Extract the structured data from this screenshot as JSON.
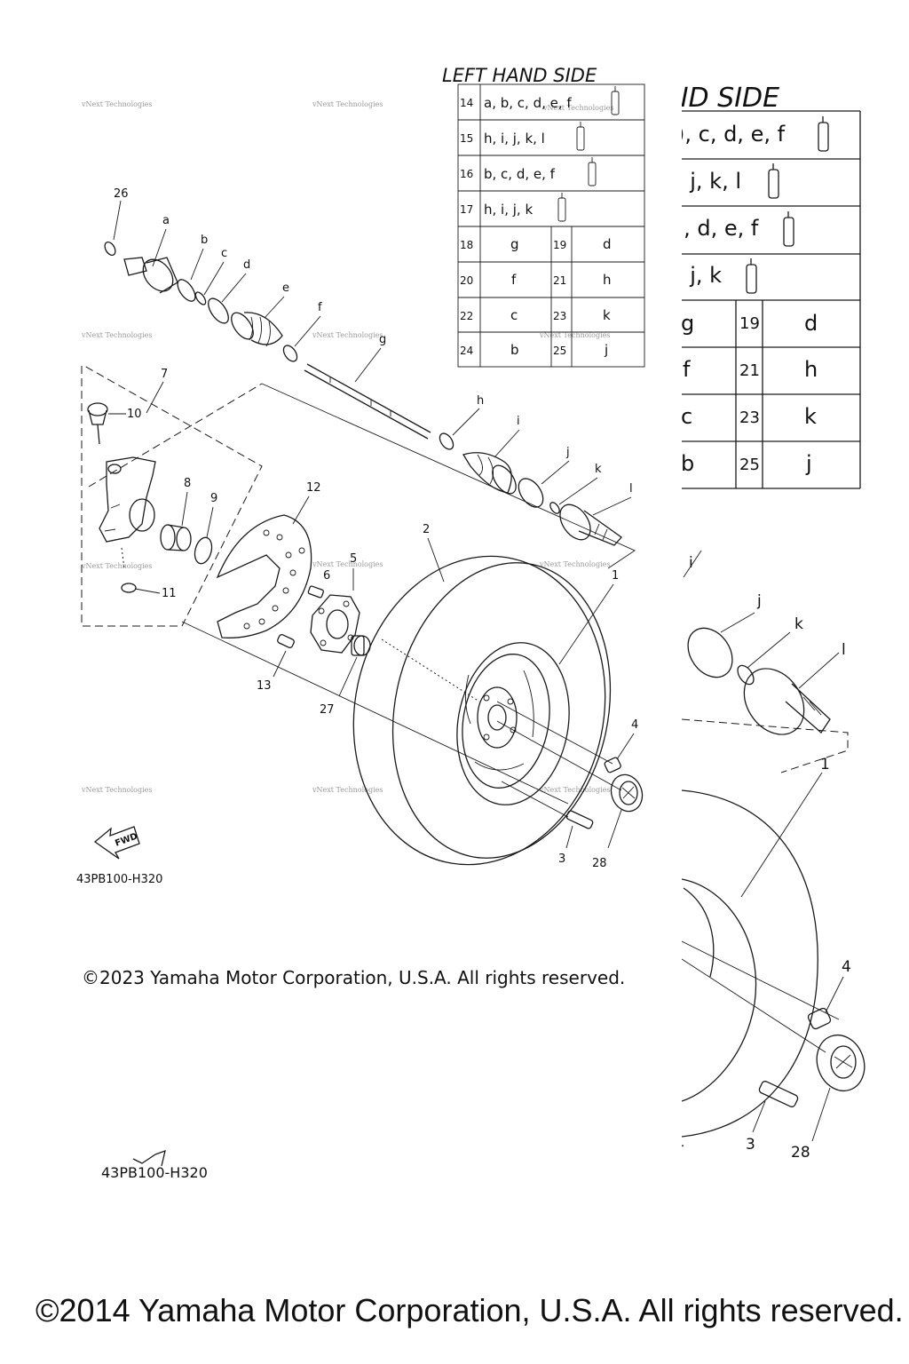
{
  "table_left": {
    "title": "LEFT HAND SIDE",
    "rows_wide": [
      {
        "num": "14",
        "items": "a, b, c, d, e, f"
      },
      {
        "num": "15",
        "items": "h, i, j, k, l"
      },
      {
        "num": "16",
        "items": "b, c, d, e, f"
      },
      {
        "num": "17",
        "items": "h, i, j, k"
      }
    ],
    "rows_pair": [
      {
        "n1": "18",
        "v1": "g",
        "n2": "19",
        "v2": "d"
      },
      {
        "n1": "20",
        "v1": "f",
        "n2": "21",
        "v2": "h"
      },
      {
        "n1": "22",
        "v1": "c",
        "n2": "23",
        "v2": "k"
      },
      {
        "n1": "24",
        "v1": "b",
        "n2": "25",
        "v2": "j"
      }
    ]
  },
  "table_right_fragment": {
    "title": "HAND SIDE",
    "rows_wide": [
      {
        "items": "), c, d, e, f"
      },
      {
        "items": ", j, k, l"
      },
      {
        "items": ":, d, e, f"
      },
      {
        "items": ", j, k"
      }
    ],
    "rows_pair": [
      {
        "v1": "g",
        "n2": "19",
        "v2": "d"
      },
      {
        "v1": "f",
        "n2": "21",
        "v2": "h"
      },
      {
        "v1": "c",
        "n2": "23",
        "v2": "k"
      },
      {
        "v1": "b",
        "n2": "25",
        "v2": "j"
      }
    ]
  },
  "part_labels": {
    "p1": "1",
    "p2": "2",
    "p3": "3",
    "p4": "4",
    "p5": "5",
    "p6": "6",
    "p7": "7",
    "p8": "8",
    "p9": "9",
    "p10": "10",
    "p11": "11",
    "p12": "12",
    "p13": "13",
    "p26": "26",
    "p27": "27",
    "p28": "28",
    "a": "a",
    "b": "b",
    "c": "c",
    "d": "d",
    "e": "e",
    "f": "f",
    "g": "g",
    "h": "h",
    "i": "i",
    "j": "j",
    "k": "k",
    "l": "l"
  },
  "right_fragment_labels": {
    "i": "i",
    "j": "j",
    "k": "k",
    "l": "l",
    "p1": "1",
    "p4": "4",
    "p3": "3",
    "p28": "28"
  },
  "fwd_label": "FWD",
  "drawing_code": "43PB100-H320",
  "drawing_code_lower": "43PB100-H320",
  "watermark": "vNext Technologies",
  "copyright_small": "©2023 Yamaha Motor Corporation, U.S.A. All rights reserved.",
  "copyright_large": "©2014 Yamaha Motor Corporation, U.S.A. All rights reserved."
}
